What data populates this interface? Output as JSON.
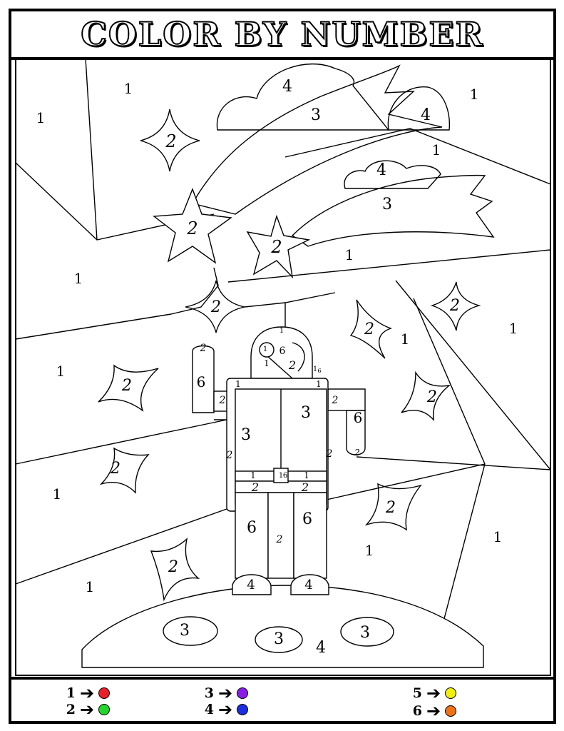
{
  "title": "COLOR BY NUMBER",
  "legend": [
    {
      "number": "1",
      "color": "#e8202a"
    },
    {
      "number": "2",
      "color": "#22d62b"
    },
    {
      "number": "3",
      "color": "#8a1ee6"
    },
    {
      "number": "4",
      "color": "#1c2ee0"
    },
    {
      "number": "5",
      "color": "#f2ee10"
    },
    {
      "number": "6",
      "color": "#ef7118"
    }
  ],
  "labels": [
    "1",
    "1",
    "1",
    "1",
    "1",
    "1",
    "1",
    "1",
    "1",
    "1",
    "1",
    "1",
    "1",
    "1",
    "2",
    "2",
    "2",
    "2",
    "2",
    "2",
    "2",
    "2",
    "2",
    "2",
    "2",
    "2",
    "2",
    "2",
    "2",
    "2",
    "2",
    "2",
    "2",
    "2",
    "2",
    "3",
    "3",
    "3",
    "3",
    "3",
    "3",
    "3",
    "4",
    "4",
    "4",
    "4",
    "4",
    "4",
    "6",
    "6",
    "6",
    "6",
    "6",
    "1",
    "1",
    "1",
    "1",
    "1",
    "1",
    "1",
    "1",
    "6",
    "6"
  ]
}
